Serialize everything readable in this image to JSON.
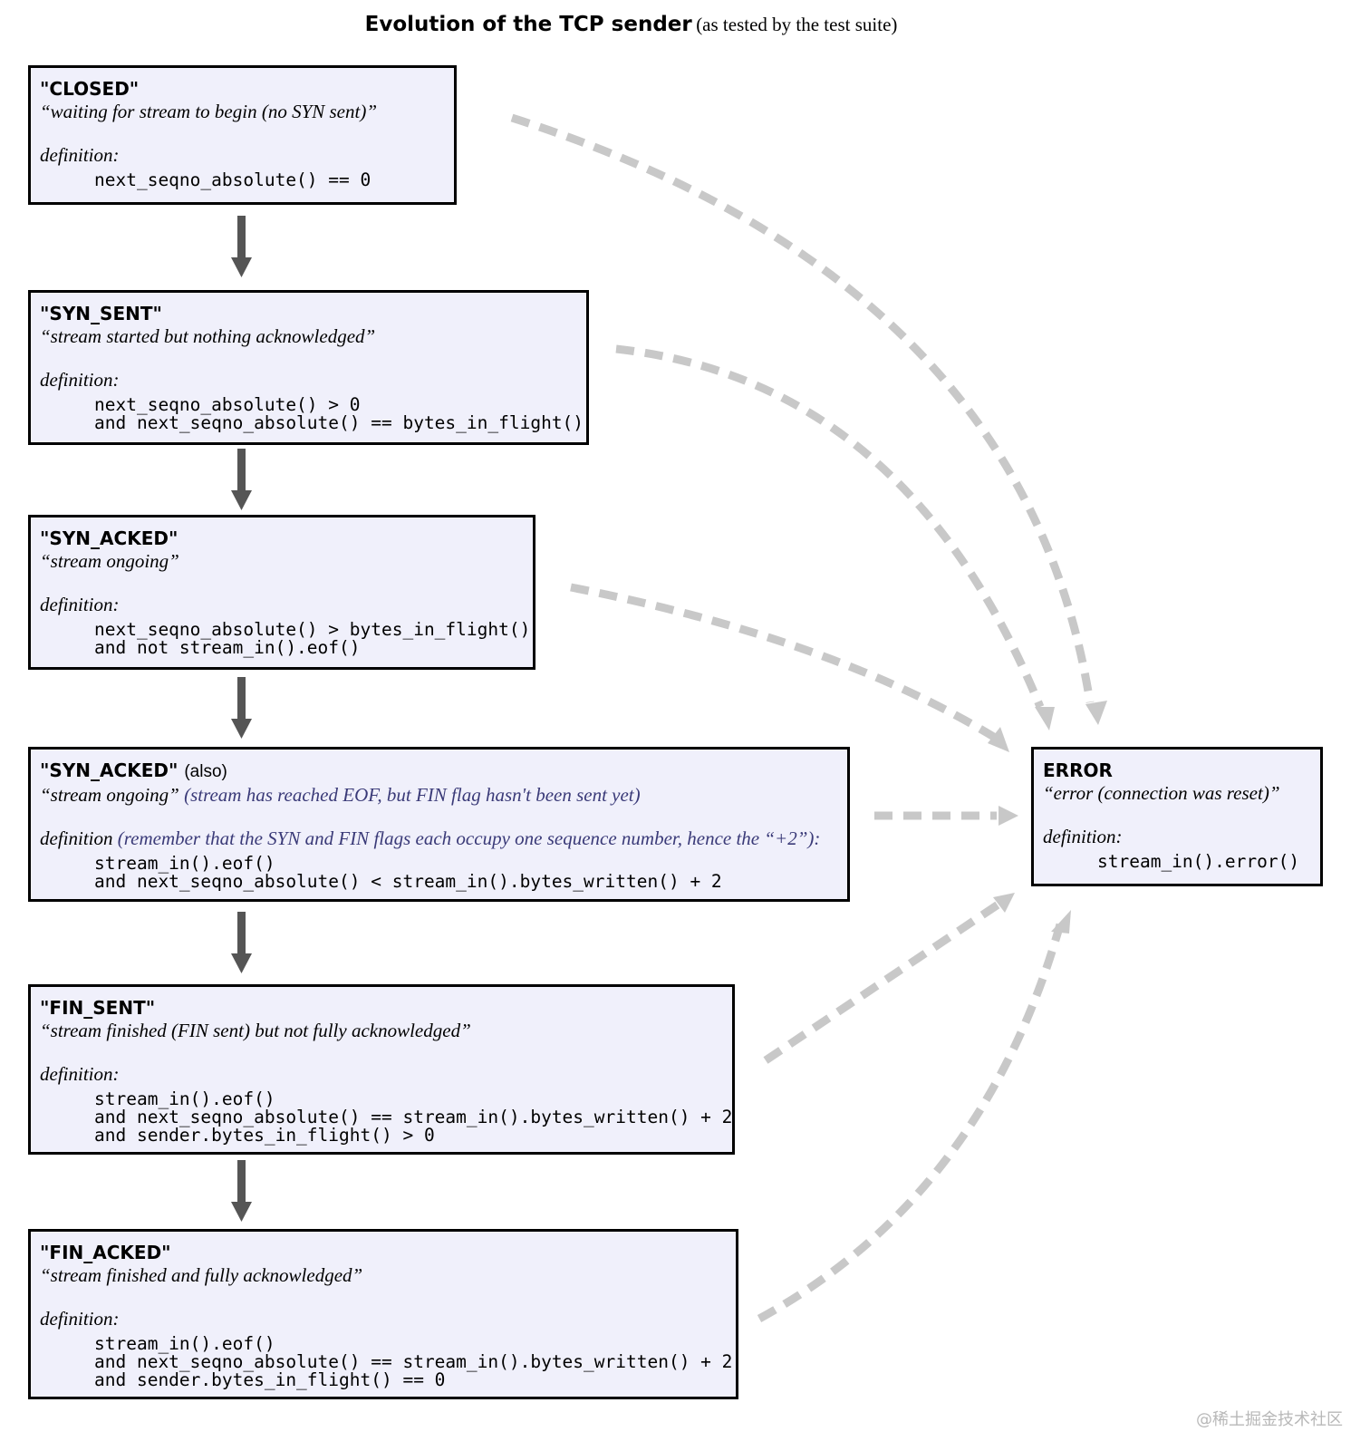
{
  "title": {
    "main": "Evolution of the TCP sender",
    "note": "(as tested by the test suite)"
  },
  "states": {
    "closed": {
      "name": "\"CLOSED\"",
      "description": "“waiting for stream to begin (no SYN sent)”",
      "definition_label": "definition:",
      "conditions": [
        "next_seqno_absolute() == 0"
      ]
    },
    "syn_sent": {
      "name": "\"SYN_SENT\"",
      "description": "“stream started but nothing acknowledged”",
      "definition_label": "definition:",
      "conditions": [
        "next_seqno_absolute() > 0",
        "and next_seqno_absolute() == bytes_in_flight()"
      ]
    },
    "syn_acked": {
      "name": "\"SYN_ACKED\"",
      "description": "“stream ongoing”",
      "definition_label": "definition:",
      "conditions": [
        "next_seqno_absolute() > bytes_in_flight()",
        "and not stream_in().eof()"
      ]
    },
    "syn_acked_also": {
      "name": "\"SYN_ACKED\"",
      "name_suffix": "(also)",
      "description": "“stream ongoing”",
      "description_note": "(stream has reached EOF, but FIN flag hasn't been sent yet)",
      "definition_label": "definition",
      "definition_note": "(remember that the SYN and FIN flags each occupy one sequence number, hence the “+2”):",
      "conditions": [
        "stream_in().eof()",
        "and next_seqno_absolute() < stream_in().bytes_written() + 2"
      ]
    },
    "fin_sent": {
      "name": "\"FIN_SENT\"",
      "description": "“stream finished (FIN sent) but not fully acknowledged”",
      "definition_label": "definition:",
      "conditions": [
        "stream_in().eof()",
        "and next_seqno_absolute() == stream_in().bytes_written() + 2",
        "and sender.bytes_in_flight() > 0"
      ]
    },
    "fin_acked": {
      "name": "\"FIN_ACKED\"",
      "description": "“stream finished and fully acknowledged”",
      "definition_label": "definition:",
      "conditions": [
        "stream_in().eof()",
        "and next_seqno_absolute() == stream_in().bytes_written() + 2",
        "and sender.bytes_in_flight() == 0"
      ]
    },
    "error": {
      "name": "ERROR",
      "description": "“error (connection was reset)”",
      "definition_label": "definition:",
      "conditions": [
        "stream_in().error()"
      ]
    }
  },
  "colors": {
    "box_fill": "#f0f0fb",
    "box_border": "#000000",
    "flow_arrow": "#555555",
    "error_arrow": "#c8c8c8",
    "note_text": "#3a3a78"
  },
  "watermark": "@稀土掘金技术社区"
}
